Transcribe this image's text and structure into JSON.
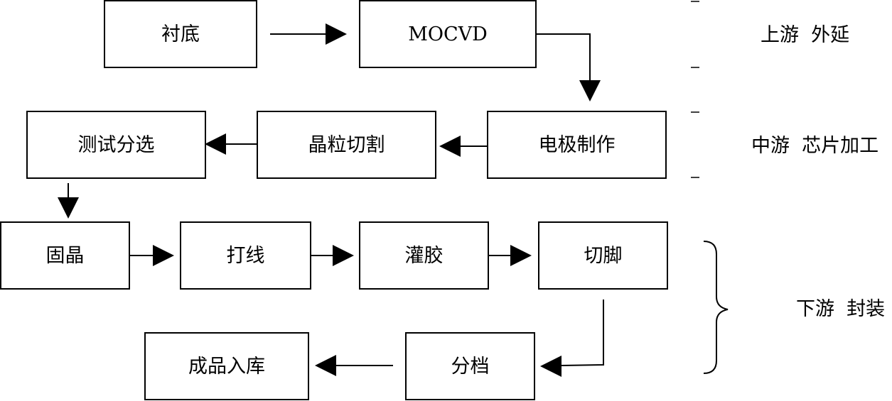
{
  "nodes": {
    "substrate": "衬底",
    "mocvd": "MOCVD",
    "electrode": "电极制作",
    "dicing": "晶粒切割",
    "testing": "测试分选",
    "die_bonding": "固晶",
    "wire_bonding": "打线",
    "potting": "灌胶",
    "lead_cutting": "切脚",
    "binning": "分档",
    "warehousing": "成品入库"
  },
  "stages": {
    "upstream": "上游  外延",
    "midstream": "中游  芯片加工",
    "downstream": "下游  封装"
  }
}
